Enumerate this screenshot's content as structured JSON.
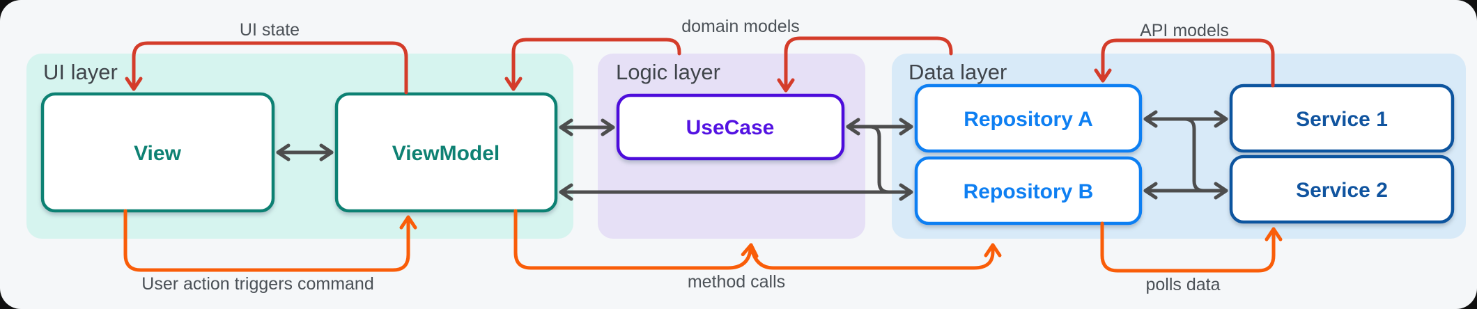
{
  "layers": [
    {
      "label": "UI layer",
      "boxes": [
        {
          "label": "View"
        },
        {
          "label": "ViewModel"
        }
      ]
    },
    {
      "label": "Logic layer",
      "boxes": [
        {
          "label": "UseCase"
        }
      ]
    },
    {
      "label": "Data layer",
      "boxes": [
        {
          "label": "Repository A"
        },
        {
          "label": "Repository B"
        },
        {
          "label": "Service 1"
        },
        {
          "label": "Service 2"
        }
      ]
    }
  ],
  "arrow_labels": {
    "ui_state": "UI state",
    "domain_models": "domain models",
    "api_models": "API models",
    "user_action": "User action triggers command",
    "method_calls": "method calls",
    "polls_data": "polls data"
  },
  "colors": {
    "background": "#F5F7F9",
    "ui_panel": "#D6F4EF",
    "logic_panel": "#E6E0F6",
    "data_panel": "#D8EAF8",
    "teal": "#0E8173",
    "purple": "#4E0ADB",
    "repository_blue": "#0E7FF2",
    "service_navy": "#10549F",
    "red_arrow": "#D43C2A",
    "orange_arrow": "#F95D09",
    "gray_arrow": "#4D4D4D"
  }
}
